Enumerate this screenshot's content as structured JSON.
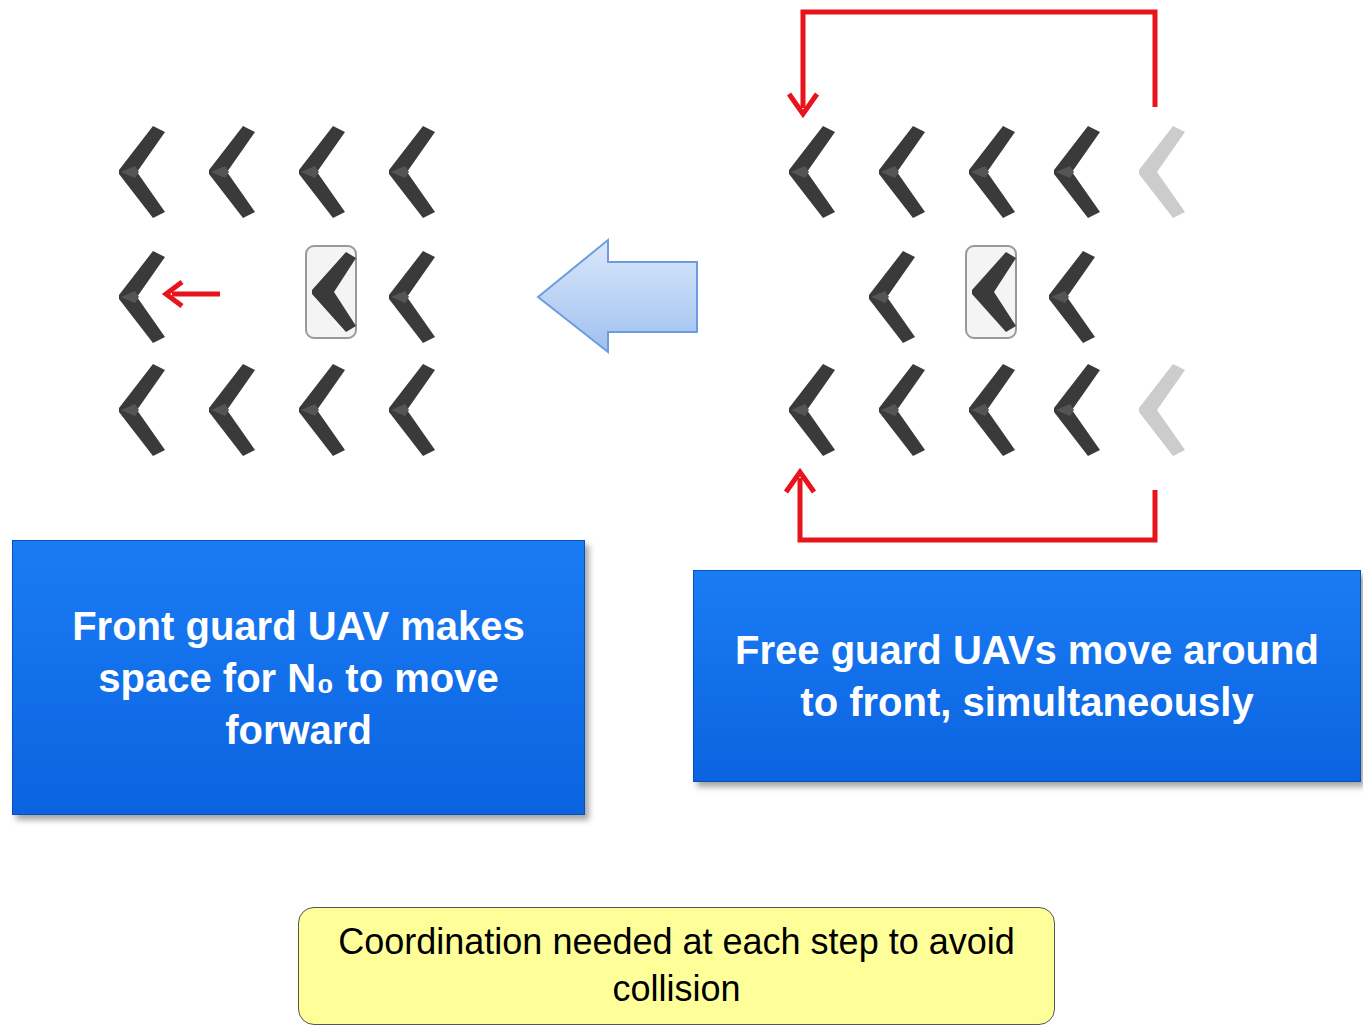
{
  "diagram": {
    "nodes": [
      {
        "text": [
          "Front guard UAV makes space for N₀ to move forward"
        ]
      },
      {
        "text": [
          "Free guard UAVs move around to front, simultaneously"
        ]
      },
      {
        "text": [
          "Coordination needed at each step to avoid collision"
        ]
      }
    ]
  }
}
